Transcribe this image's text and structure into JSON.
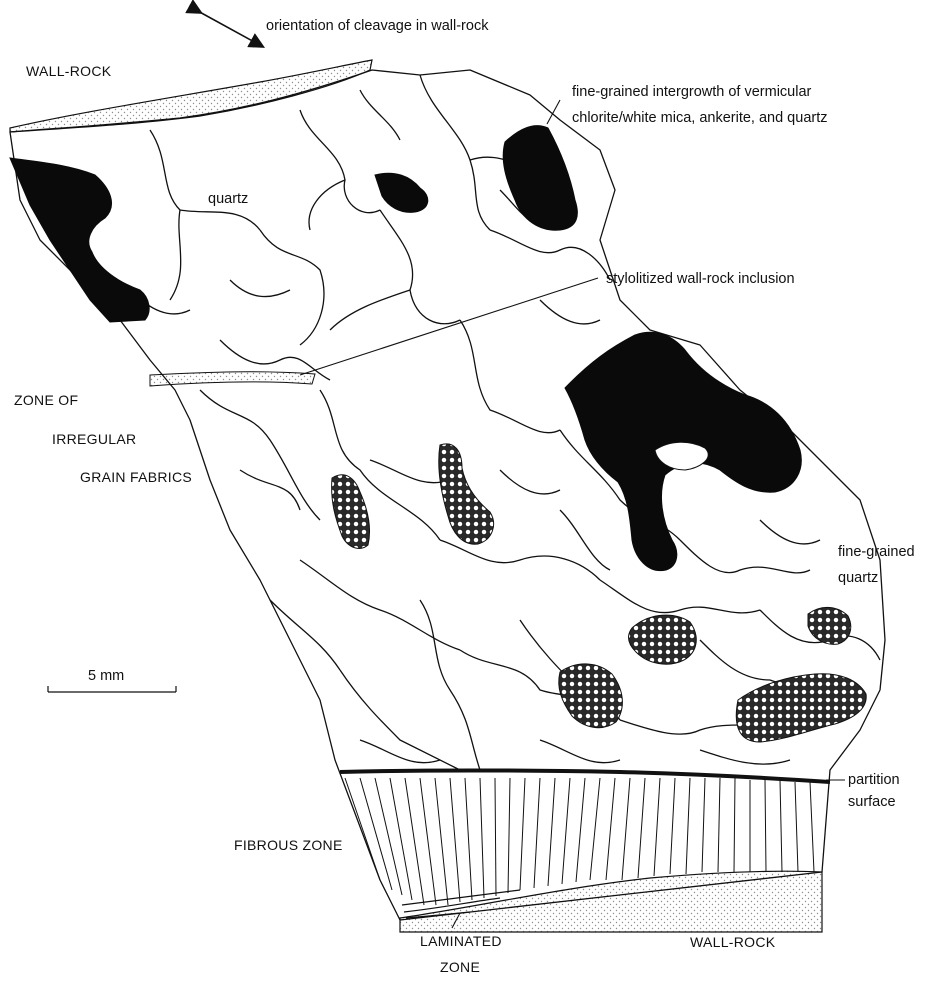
{
  "figure": {
    "annotations": {
      "cleavage": "orientation of cleavage in wall-rock",
      "wall_rock_top": "WALL-ROCK",
      "intergrowth_line1": "fine-grained intergrowth of vermicular",
      "intergrowth_line2": "chlorite/white mica, ankerite, and quartz",
      "quartz": "quartz",
      "stylolitized": "stylolitized wall-rock inclusion",
      "zone_irregular_1": "ZONE OF",
      "zone_irregular_2": "IRREGULAR",
      "zone_irregular_3": "GRAIN FABRICS",
      "fine_quartz_1": "fine-grained",
      "fine_quartz_2": "quartz",
      "scale": "5 mm",
      "partition_1": "partition",
      "partition_2": "surface",
      "fibrous_zone": "FIBROUS ZONE",
      "wall_rock_bottom": "WALL-ROCK",
      "laminated_1": "LAMINATED",
      "laminated_2": "ZONE"
    },
    "colors": {
      "ink": "#111111",
      "dark_fill": "#0a0a0a",
      "stipple": "#9a9a9a",
      "background": "#ffffff"
    }
  }
}
